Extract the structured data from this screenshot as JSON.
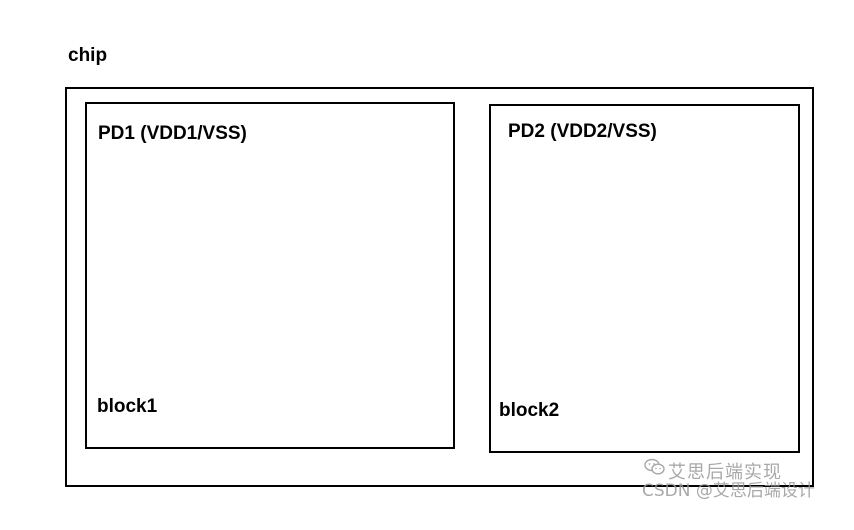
{
  "diagram": {
    "chip_title": "chip",
    "partitions": [
      {
        "label": "PD1 (VDD1/VSS)",
        "block": "block1"
      },
      {
        "label": "PD2 (VDD2/VSS)",
        "block": "block2"
      }
    ]
  },
  "watermark": {
    "account": "艾思后端实现",
    "source": "CSDN @艾思后端设计",
    "icon": "wechat-icon"
  }
}
